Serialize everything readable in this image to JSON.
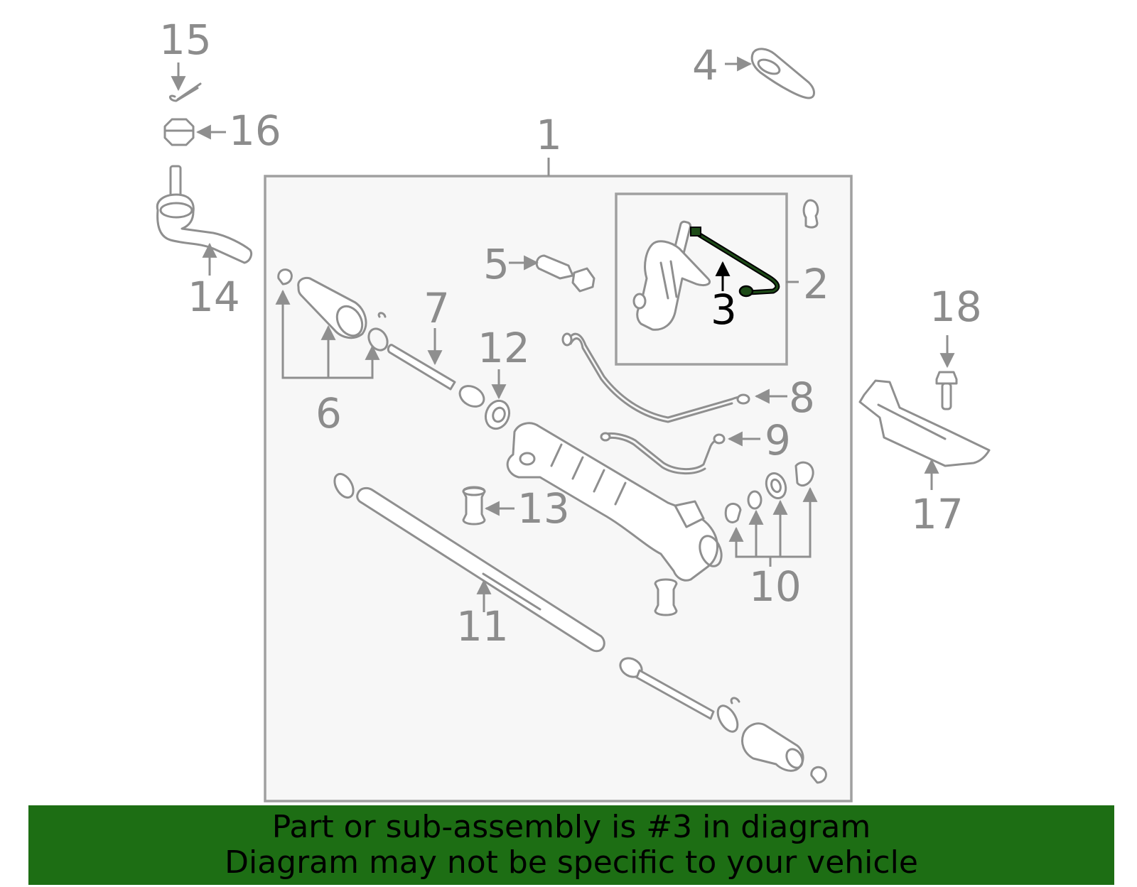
{
  "callouts": {
    "c1": "1",
    "c2": "2",
    "c3": "3",
    "c4": "4",
    "c5": "5",
    "c6": "6",
    "c7": "7",
    "c8": "8",
    "c9": "9",
    "c10": "10",
    "c11": "11",
    "c12": "12",
    "c13": "13",
    "c14": "14",
    "c15": "15",
    "c16": "16",
    "c17": "17",
    "c18": "18"
  },
  "highlighted_part": "3",
  "banner": {
    "line1": "Part or sub-assembly is #3 in diagram",
    "line2": "Diagram may not be specific to your vehicle"
  },
  "colors": {
    "banner_bg": "#1d6e14",
    "line_gray": "#8f8f8f",
    "highlight": "#000000",
    "highlight_part": "#1d4a17"
  }
}
